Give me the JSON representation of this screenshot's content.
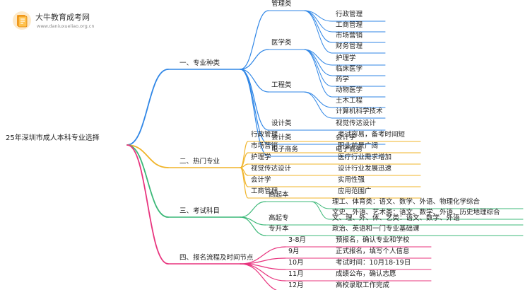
{
  "brand": {
    "name": "大牛教育成考网",
    "url": "www.daniuxueliao.org.cn"
  },
  "root": "25年深圳市成人本科专业选择",
  "branches": [
    {
      "label": "一、专业种类",
      "color": "#2f86e6",
      "groups": [
        {
          "label": "管理类",
          "items": [
            "行政管理",
            "工商管理",
            "市场营销",
            "财务管理"
          ]
        },
        {
          "label": "医学类",
          "items": [
            "护理学",
            "临床医学",
            "药学",
            "动物医学"
          ]
        },
        {
          "label": "工程类",
          "items": [
            "土木工程",
            "计算机科学技术"
          ]
        },
        {
          "label": "设计类",
          "items": [
            "视觉传达设计"
          ]
        },
        {
          "label": "会计类",
          "items": [
            "会计学"
          ]
        },
        {
          "label": "电子商务",
          "items": [
            "电子商务"
          ]
        }
      ]
    },
    {
      "label": "二、热门专业",
      "color": "#f0b429",
      "groups": [
        {
          "label": "行政管理",
          "items": [
            "考试容易，备考时间短"
          ]
        },
        {
          "label": "市场营销",
          "items": [
            "职业前景广阔"
          ]
        },
        {
          "label": "护理学",
          "items": [
            "医疗行业需求增加"
          ]
        },
        {
          "label": "视觉传达设计",
          "items": [
            "设计行业发展迅速"
          ]
        },
        {
          "label": "会计学",
          "items": [
            "实用性强"
          ]
        },
        {
          "label": "工商管理",
          "items": [
            "应用范围广"
          ]
        }
      ]
    },
    {
      "label": "三、考试科目",
      "color": "#3cb878",
      "groups": [
        {
          "label": "高起本",
          "items": [
            "理工、体育类：语文、数学、外语、物理化学综合",
            "文史、外语、艺术类：语文、数学、外语、历史地理综合"
          ]
        },
        {
          "label": "高起专",
          "items": [
            "文、理、外、体、艺类：语文、数学、外语"
          ]
        },
        {
          "label": "专升本",
          "items": [
            "政治、英语和一门专业基础课"
          ]
        }
      ]
    },
    {
      "label": "四、报名流程及时间节点",
      "color": "#e8347e",
      "groups": [
        {
          "label": "3-8月",
          "items": [
            "预报名，确认专业和学校"
          ]
        },
        {
          "label": "9月",
          "items": [
            "正式报名，填写个人信息"
          ]
        },
        {
          "label": "10月",
          "items": [
            "考试时间：10月18-19日"
          ]
        },
        {
          "label": "11月",
          "items": [
            "成绩公布，确认志愿"
          ]
        },
        {
          "label": "12月",
          "items": [
            "高校录取工作完成"
          ]
        }
      ]
    }
  ]
}
